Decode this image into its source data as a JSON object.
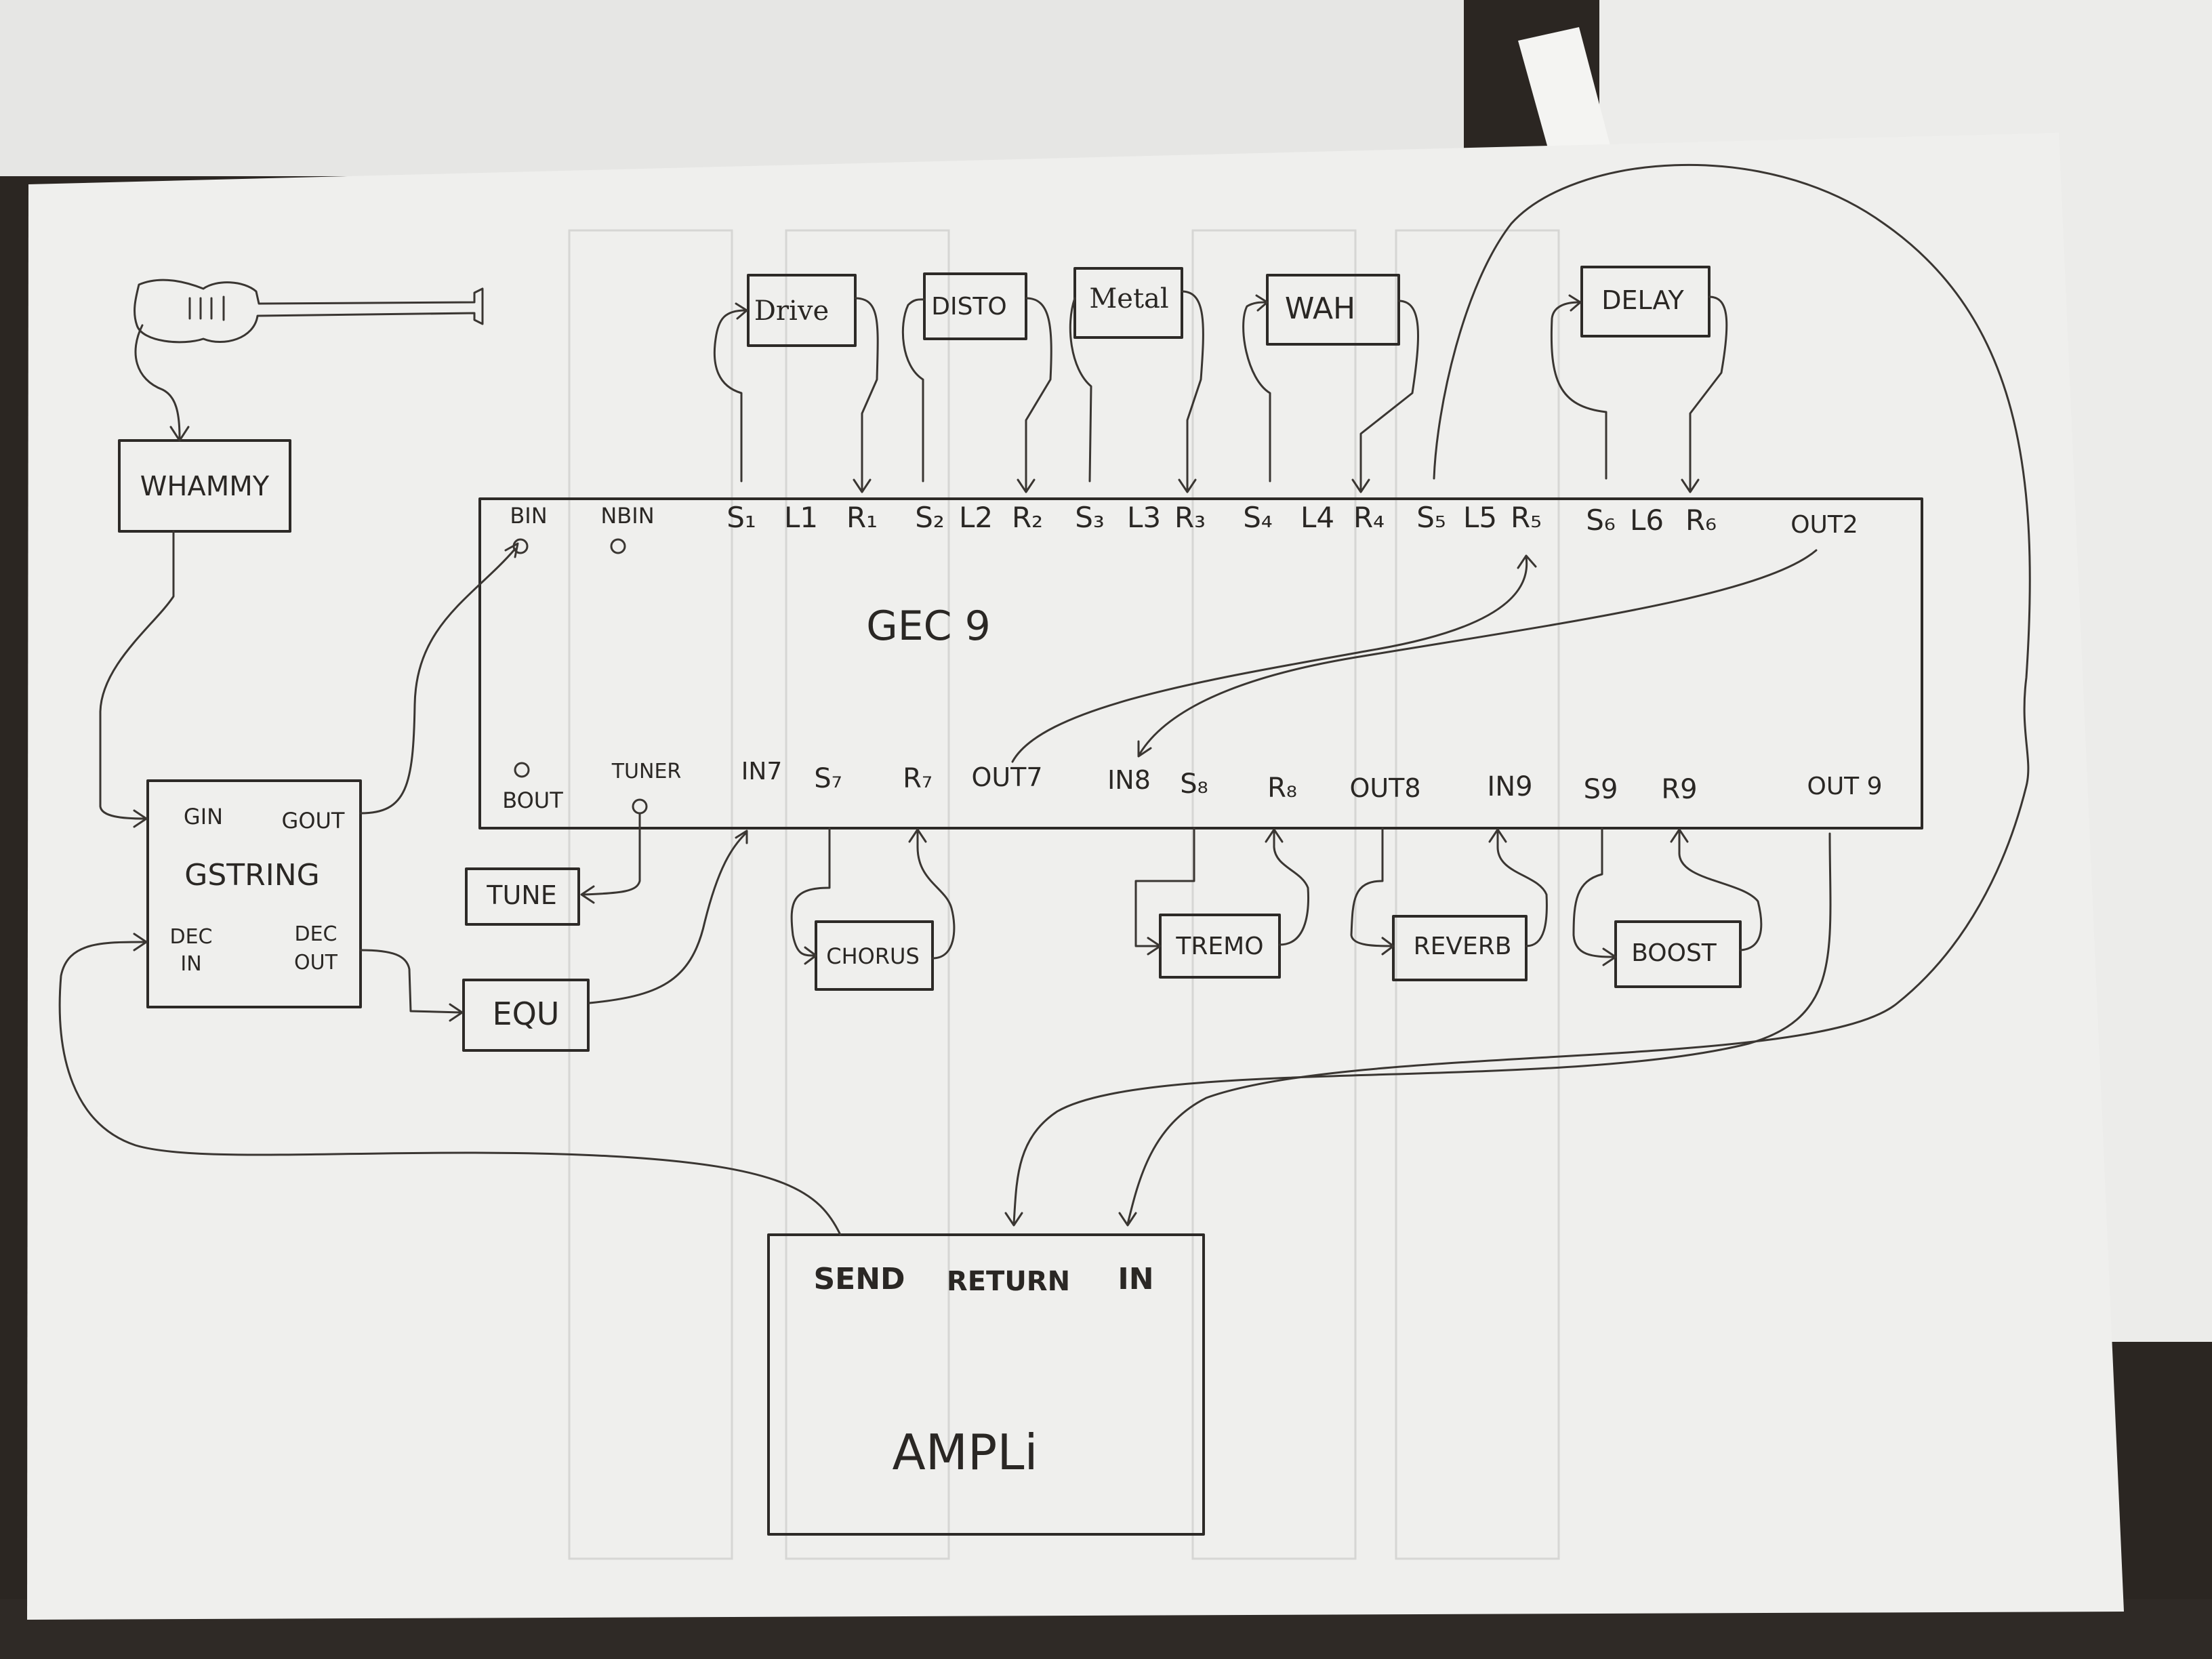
{
  "devices": {
    "whammy": "WHAMMY",
    "gstring": "GSTRING",
    "tune": "TUNE",
    "equ": "EQU",
    "gec": "GEC 9",
    "ampli": "AMPLi"
  },
  "gstring_ports": {
    "gin": "GIN",
    "gout": "GOUT",
    "dec_in_1": "DEC",
    "dec_in_2": "IN",
    "dec_out_1": "DEC",
    "dec_out_2": "OUT"
  },
  "gec_top_ports": {
    "bin": "BIN",
    "nbin": "NBIN",
    "s1": "S₁",
    "l1": "L1",
    "r1": "R₁",
    "s2": "S₂",
    "l2": "L2",
    "r2": "R₂",
    "s3": "S₃",
    "l3": "L3",
    "r3": "R₃",
    "s4": "S₄",
    "l4": "L4",
    "r4": "R₄",
    "s5": "S₅",
    "l5": "L5",
    "r5": "R₅",
    "s6": "S₆",
    "l6": "L6",
    "r6": "R₆",
    "out2": "OUT2"
  },
  "gec_bottom_ports": {
    "bout": "BOUT",
    "tuner": "TUNER",
    "in7": "IN7",
    "s7": "S₇",
    "r7": "R₇",
    "out7": "OUT7",
    "in8": "IN8",
    "s8": "S₈",
    "r8": "R₈",
    "out8": "OUT8",
    "in9": "IN9",
    "s9": "S9",
    "r9": "R9",
    "out9": "OUT 9"
  },
  "pedals_top": {
    "drive": "Drive",
    "disto": "DISTO",
    "metal": "Metal",
    "wah": "WAH",
    "delay": "DELAY"
  },
  "pedals_bottom": {
    "chorus": "CHORUS",
    "tremo": "TREMO",
    "reverb": "REVERB",
    "boost": "BOOST"
  },
  "ampli_ports": {
    "send": "SEND",
    "return": "RETURN",
    "in": "IN"
  },
  "colors": {
    "paper": "#efefed",
    "ink": "#2d2a27",
    "background": "#2b2622"
  }
}
